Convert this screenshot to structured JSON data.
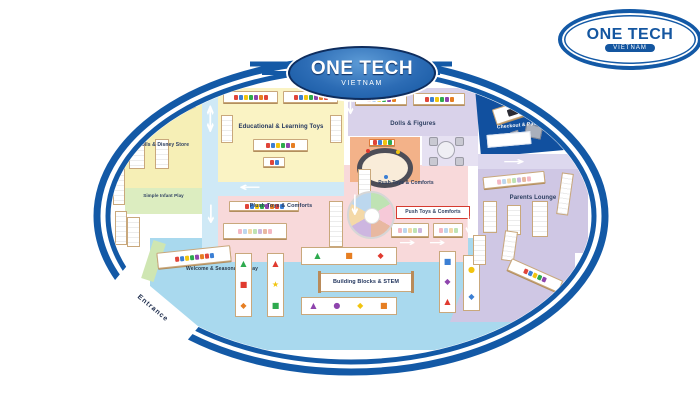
{
  "header": {
    "logo_main": {
      "title": "ONE TECH",
      "subtitle": "VIETNAM"
    },
    "logo_badge": {
      "title": "ONE TECH",
      "subtitle": "VIETNAM"
    }
  },
  "map": {
    "zones": {
      "dolls_disney": "Dolls & Disney Store",
      "simple_play": "Simple Infant Play",
      "educational": "Educational & Learning Toys",
      "dolls_figures": "Dolls & Figures",
      "checkout": "Checkout & Packaging",
      "push_comforts_top": "Push Toys & Comforts",
      "plush_comforts": "Plush Toys & Comforts",
      "push_comforts_boxed": "Push Toys & Comforts",
      "parents_lounge": "Parents Lounge",
      "building_blocks": "Building Blocks & STEM",
      "welcome": "Welcome & Seasonal Display",
      "entrance": "Entrance"
    },
    "colors": {
      "ring_blue": "#1359a6",
      "logo_navy": "#0e2d5e",
      "checkout_navy": "#11509f",
      "zone_yellow_left": "#f6efb6",
      "zone_yellow_center": "#faf3c4",
      "zone_green": "#dcedc0",
      "zone_pink": "#f8d9da",
      "zone_lavender_top": "#d9d2ea",
      "zone_lavender_right": "#cfc7e4",
      "zone_orange": "#f3b289",
      "zone_floor_blue": "#a9d9ee",
      "aisle_blue": "#cfe9f6",
      "label_red_border": "#d63a2f"
    }
  }
}
